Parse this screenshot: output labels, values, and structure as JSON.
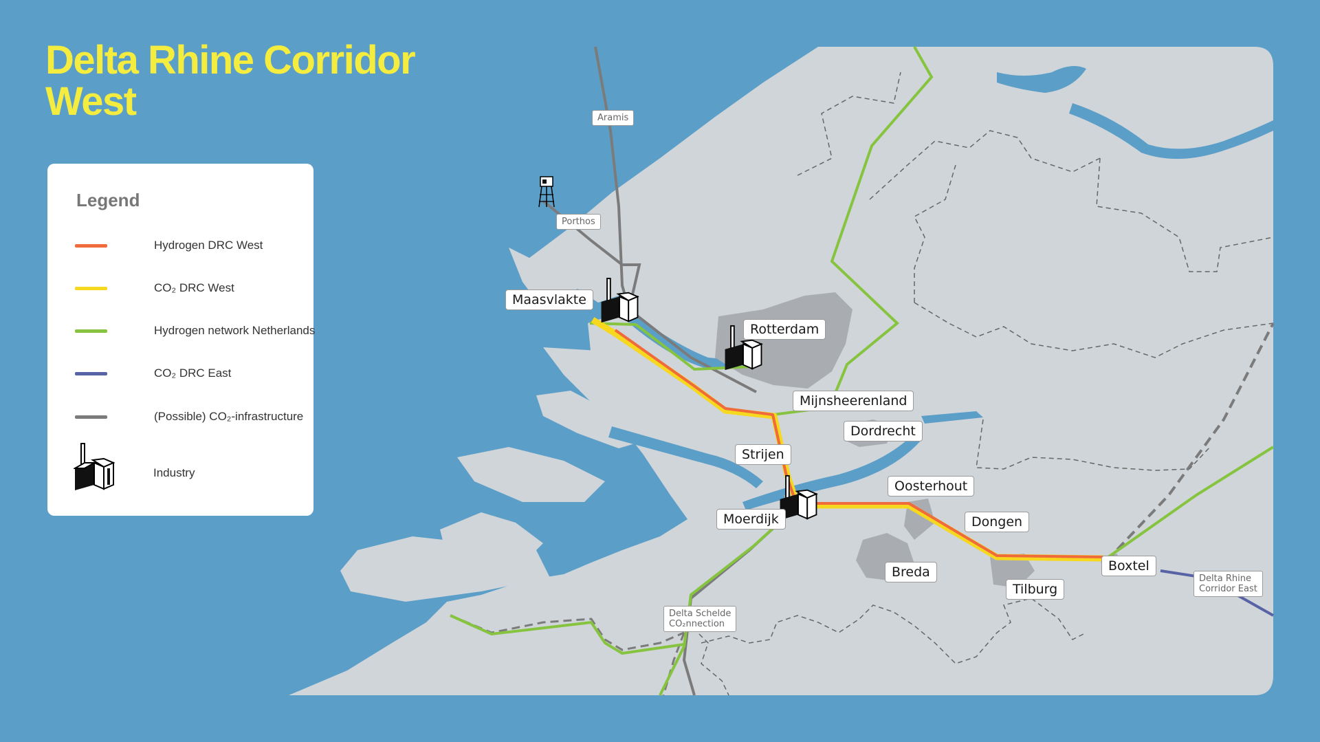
{
  "title_line1": "Delta Rhine Corridor",
  "title_line2": "West",
  "legend": {
    "title": "Legend",
    "items": [
      {
        "label": "Hydrogen DRC West",
        "color": "#ef6b3b"
      },
      {
        "label": "CO₂ DRC West",
        "color": "#f6d81f"
      },
      {
        "label": "Hydrogen network Netherlands",
        "color": "#86c43f"
      },
      {
        "label": "CO₂ DRC East",
        "color": "#5863a6"
      },
      {
        "label": "(Possible) CO₂-infrastructure",
        "color": "#7b7b7b"
      }
    ],
    "industry_label": "Industry"
  },
  "cities": {
    "maasvlakte": "Maasvlakte",
    "rotterdam": "Rotterdam",
    "mijnsheerenland": "Mijnsheerenland",
    "dordrecht": "Dordrecht",
    "strijen": "Strijen",
    "oosterhout": "Oosterhout",
    "moerdijk": "Moerdijk",
    "dongen": "Dongen",
    "breda": "Breda",
    "tilburg": "Tilburg",
    "boxtel": "Boxtel"
  },
  "tags": {
    "aramis": "Aramis",
    "porthos": "Porthos",
    "delta_schelde_line1": "Delta Schelde",
    "delta_schelde_line2": "CO₂nnection",
    "drc_east_line1": "Delta Rhine",
    "drc_east_line2": "Corridor East"
  },
  "colors": {
    "sea": "#5b9ec8",
    "land": "#d0d5d9",
    "urban": "#a9adb1",
    "title": "#f4ec3f"
  }
}
